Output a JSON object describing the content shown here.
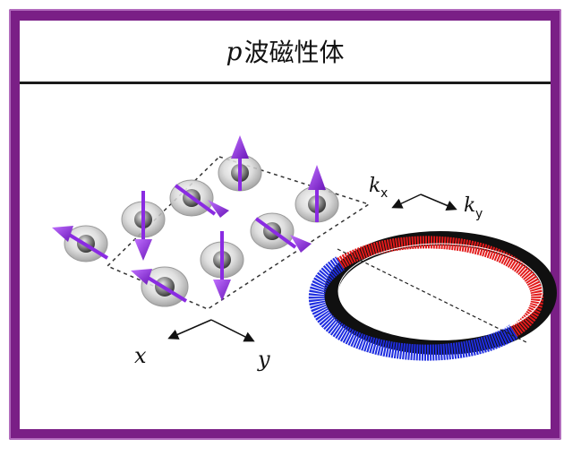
{
  "title": {
    "prefix": "p",
    "text": "波磁性体"
  },
  "axes_real": {
    "x": "x",
    "y": "y"
  },
  "axes_k": {
    "kx_main": "k",
    "kx_sub": "x",
    "ky_main": "k",
    "ky_sub": "y"
  },
  "colors": {
    "frame": "#7a1f86",
    "spin_arrow": "#8a2be2",
    "ring_red": "#e21a1a",
    "ring_blue": "#1f2ee0"
  },
  "icons": [
    "spin-arrow-icon"
  ]
}
